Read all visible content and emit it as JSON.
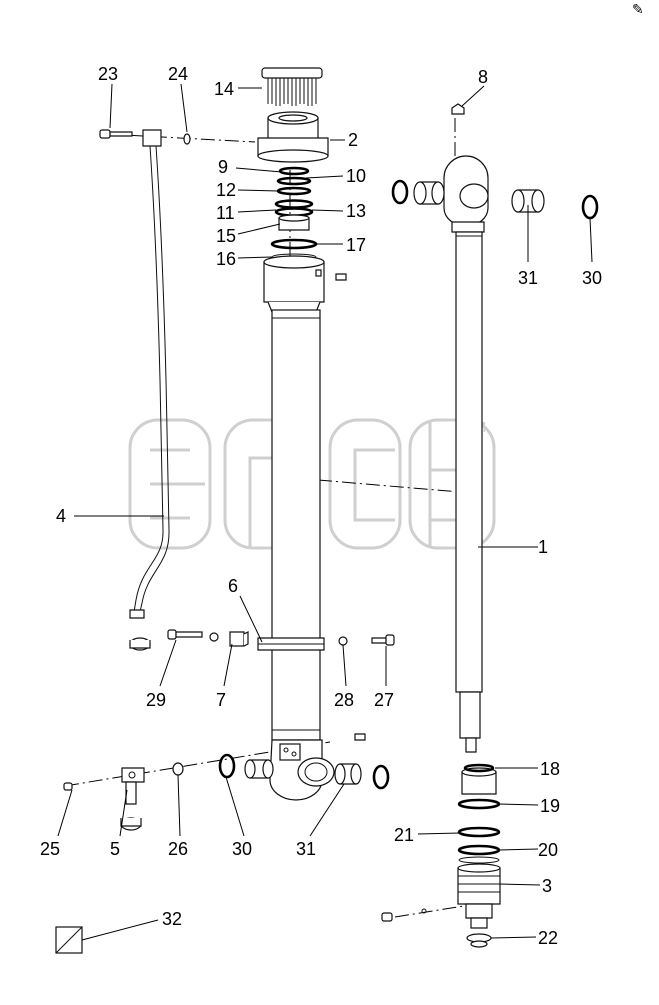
{
  "corner_mark": "✎",
  "watermark": {
    "text": "™"
  },
  "callouts": {
    "c1": "1",
    "c2": "2",
    "c3": "3",
    "c4": "4",
    "c5": "5",
    "c6": "6",
    "c7": "7",
    "c8": "8",
    "c9": "9",
    "c10": "10",
    "c11": "11",
    "c12": "12",
    "c13": "13",
    "c14": "14",
    "c15": "15",
    "c16": "16",
    "c17": "17",
    "c18": "18",
    "c19": "19",
    "c20": "20",
    "c21": "21",
    "c22": "22",
    "c23": "23",
    "c24": "24",
    "c25": "25",
    "c26": "26",
    "c27": "27",
    "c28": "28",
    "c29": "29",
    "c30a": "30",
    "c30b": "30",
    "c31a": "31",
    "c31b": "31",
    "c32": "32"
  }
}
